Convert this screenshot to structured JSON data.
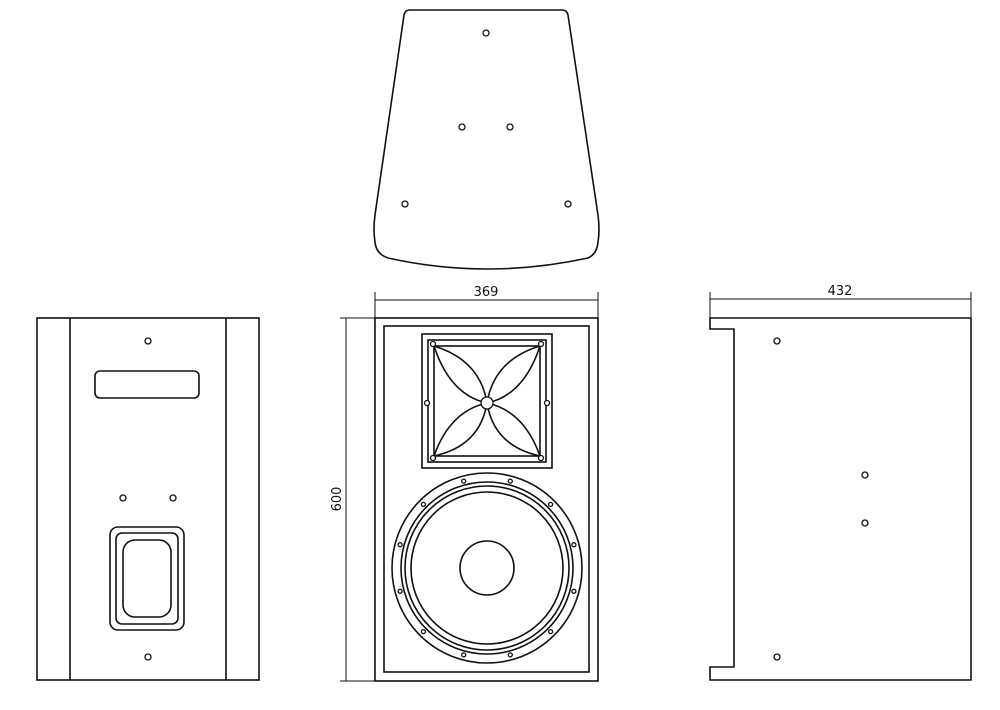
{
  "dimensions": {
    "front_width": "369",
    "front_height": "600",
    "side_depth": "432"
  },
  "colors": {
    "line": "#111111",
    "background": "#ffffff"
  }
}
